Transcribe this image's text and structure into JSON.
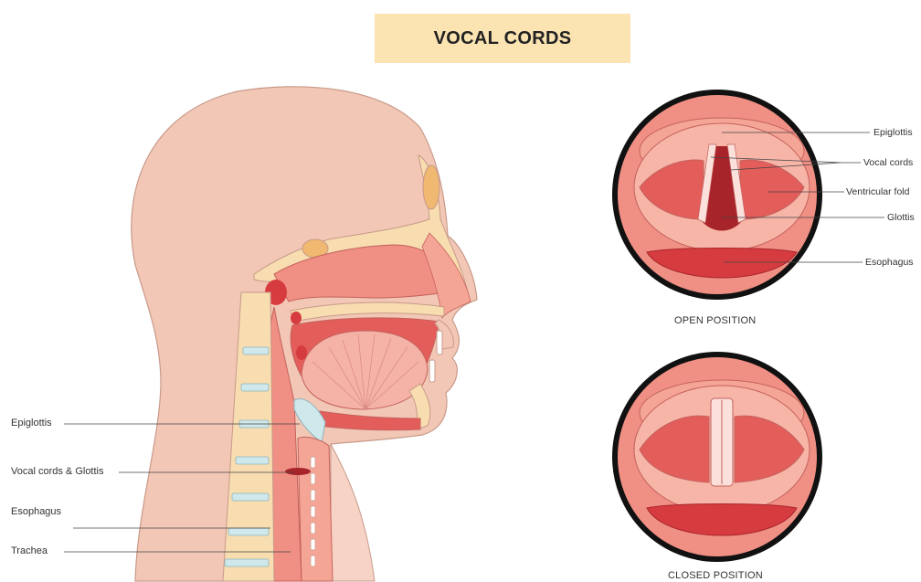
{
  "title": "VOCAL CORDS",
  "head_labels": {
    "epiglottis": "Epiglottis",
    "vocal_cords_glottis": "Vocal cords & Glottis",
    "esophagus": "Esophagus",
    "trachea": "Trachea"
  },
  "open_view": {
    "caption": "OPEN POSITION",
    "labels": {
      "epiglottis": "Epiglottis",
      "vocal_cords": "Vocal cords",
      "ventricular_fold": "Ventricular fold",
      "glottis": "Glottis",
      "esophagus": "Esophagus"
    }
  },
  "closed_view": {
    "caption": "CLOSED POSITION"
  },
  "colors": {
    "skin": "#f2c7b6",
    "skin_outline": "#c89a8a",
    "tissue": "#f08f84",
    "tissue_dark": "#e35d5b",
    "bone": "#f7ddb0",
    "cartilage": "#cfe8ec",
    "title_bg": "#fbe3b2"
  }
}
